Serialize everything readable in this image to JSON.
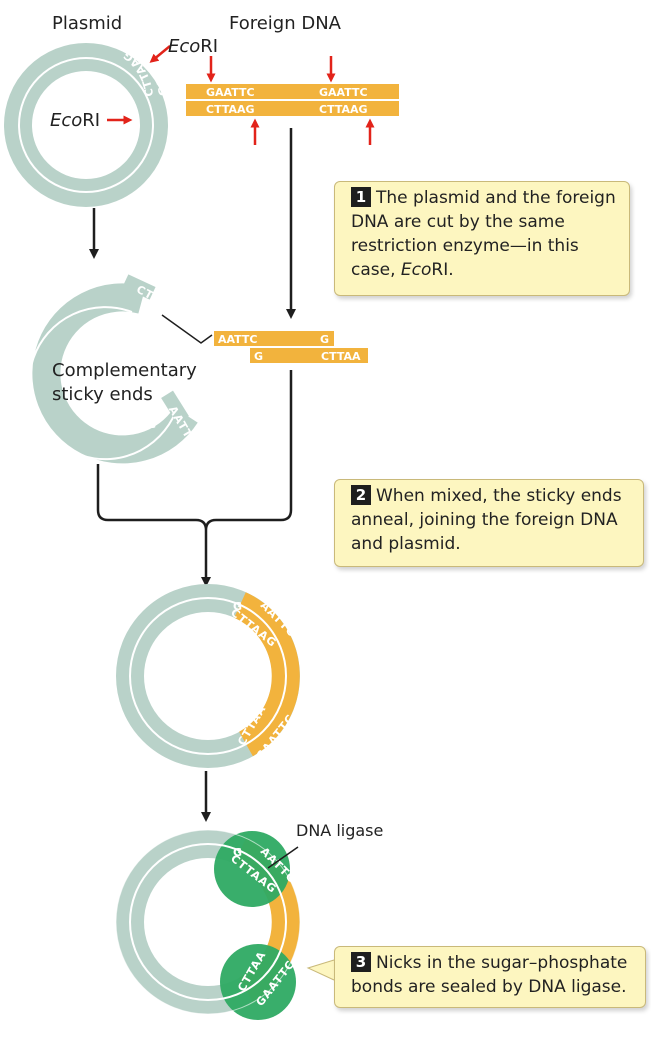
{
  "labels": {
    "plasmid": "Plasmid",
    "foreign_dna": "Foreign DNA",
    "ecori_top": "EcoRI",
    "ecori_left": "EcoRI",
    "eco_prefix": "Eco",
    "ri_suffix": "RI",
    "complementary": "Complementary",
    "sticky_ends": "sticky ends",
    "dna_ligase": "DNA ligase"
  },
  "steps": [
    {
      "num": "1",
      "line1": "The plasmid and the foreign",
      "line2": "DNA are cut by the same",
      "line3": "restriction enzyme—in this",
      "line4_pre": "case, ",
      "line4_italic": "Eco",
      "line4_post": "RI."
    },
    {
      "num": "2",
      "line1": "When mixed, the sticky ends",
      "line2": "anneal, joining the foreign DNA",
      "line3": "and plasmid."
    },
    {
      "num": "3",
      "line1": "Nicks in the sugar–phosphate",
      "line2": "bonds are sealed by DNA ligase."
    }
  ],
  "sequences": {
    "gaattc": "GAATTC",
    "cttaag": "CTTAAG",
    "aattc": "AATTC",
    "g": "G",
    "cttaa": "CTTAA"
  },
  "colors": {
    "plasmid": "#b9d2c9",
    "foreign": "#f2b33d",
    "ligase": "#2eaa63",
    "arrow_red": "#e2231a",
    "box_fill": "#fdf6c0"
  }
}
